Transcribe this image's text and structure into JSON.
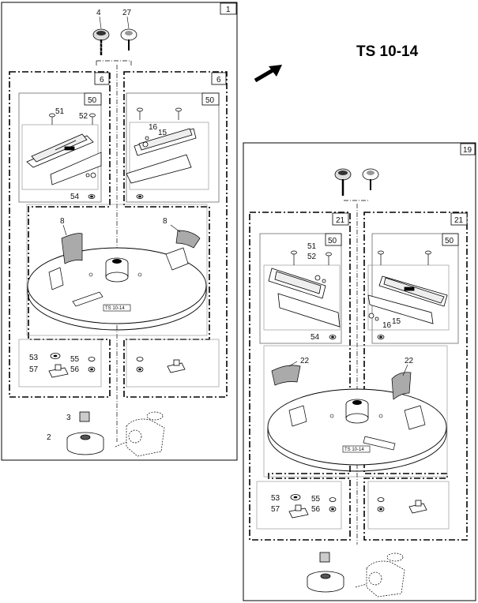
{
  "title": "TS 10-14",
  "left_assembly": {
    "frame_number": "1",
    "group_left_number": "6",
    "group_right_number": "6",
    "subbox_left_number": "50",
    "subbox_right_number": "50",
    "plate_tag": "TS 10-14",
    "callouts": {
      "c4": "4",
      "c27": "27",
      "c51": "51",
      "c52": "52",
      "c16": "16",
      "c15": "15",
      "c54": "54",
      "c8a": "8",
      "c8b": "8",
      "c53": "53",
      "c57": "57",
      "c55": "55",
      "c56": "56",
      "c3": "3",
      "c2": "2"
    }
  },
  "right_assembly": {
    "frame_number": "19",
    "group_left_number": "21",
    "group_right_number": "21",
    "subbox_left_number": "50",
    "subbox_right_number": "50",
    "plate_tag": "TS 10-14",
    "callouts": {
      "c51": "51",
      "c52": "52",
      "c16": "16",
      "c15": "15",
      "c54": "54",
      "c22a": "22",
      "c22b": "22",
      "c53": "53",
      "c57": "57",
      "c55": "55",
      "c56": "56"
    }
  },
  "icons": {
    "direction": "arrow-icon"
  }
}
